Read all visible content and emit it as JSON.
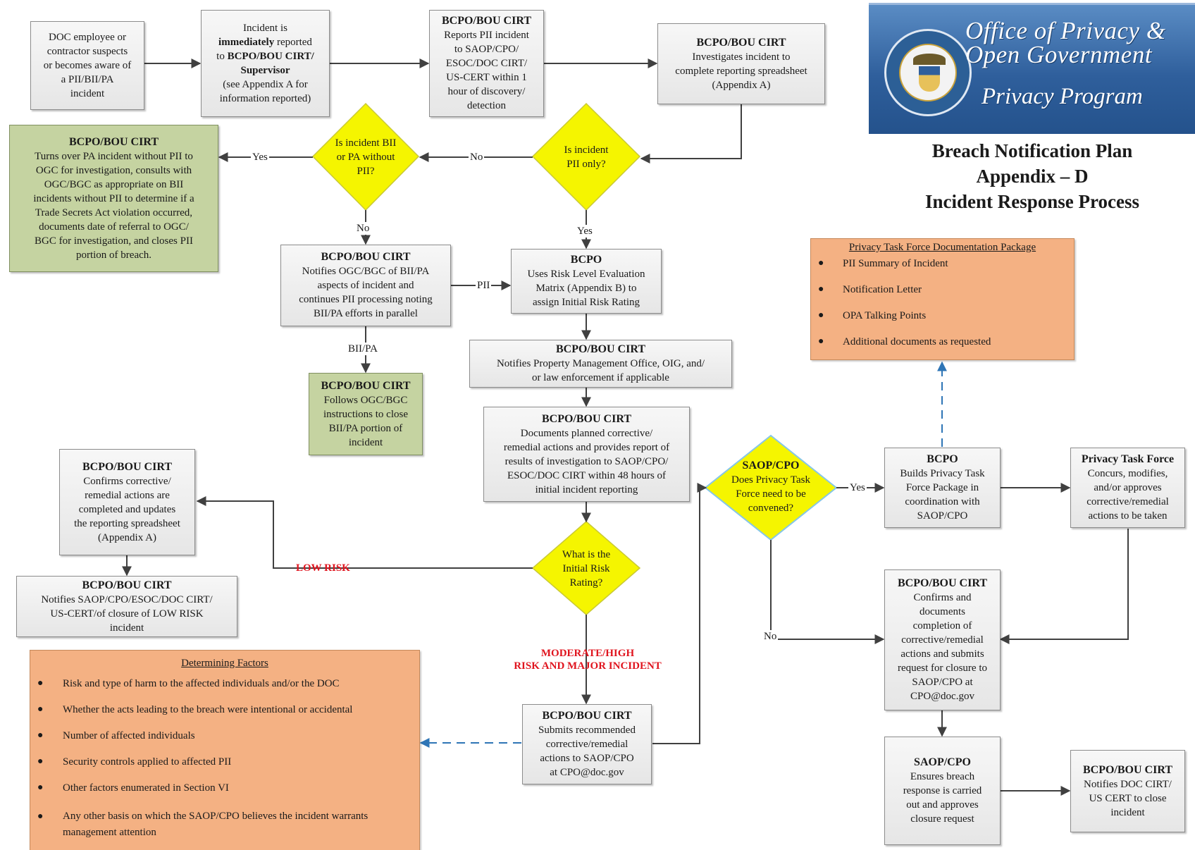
{
  "header": {
    "org_line1": "Office of Privacy &",
    "org_line2": "Open Government",
    "program": "Privacy Program",
    "title1": "Breach Notification Plan",
    "title2": "Appendix – D",
    "title3": "Incident Response Process"
  },
  "nodes": {
    "start": [
      "DOC employee or",
      "contractor suspects",
      "or becomes aware of",
      "a PII/BII/PA",
      "incident"
    ],
    "reported": {
      "l1": "Incident is",
      "l2_bold": "immediately",
      "l2_rest": " reported",
      "l3_pre": "to ",
      "l3_bold": "BCPO/BOU CIRT/",
      "l4_bold": "Supervisor",
      "l5": "(see Appendix A for",
      "l6": "information reported)"
    },
    "reports": {
      "head": "BCPO/BOU CIRT",
      "lines": [
        "Reports PII incident",
        "to SAOP/CPO/",
        "ESOC/DOC CIRT/",
        "US-CERT within 1",
        "hour of discovery/",
        "detection"
      ]
    },
    "investigates": {
      "head": "BCPO/BOU CIRT",
      "lines": [
        "Investigates incident to",
        "complete reporting spreadsheet",
        "(Appendix A)"
      ]
    },
    "pii_only": [
      "Is incident",
      "PII only?"
    ],
    "bii_pa": [
      "Is incident BII",
      "or PA without",
      "PII?"
    ],
    "turns_over": {
      "head": "BCPO/BOU CIRT",
      "lines": [
        "Turns over PA incident without PII to",
        "OGC for investigation, consults with",
        "OGC/BGC as appropriate on BII",
        "incidents without PII to determine if a",
        "Trade Secrets Act violation occurred,",
        "documents date of referral to OGC/",
        "BGC for investigation, and closes PII",
        "portion of breach."
      ]
    },
    "notifies_ogc": {
      "head": "BCPO/BOU CIRT",
      "lines": [
        "Notifies OGC/BGC of BII/PA",
        "aspects of incident and",
        "continues PII processing noting",
        "BII/PA efforts in parallel"
      ]
    },
    "risk_matrix": {
      "head": "BCPO",
      "lines": [
        "Uses Risk Level Evaluation",
        "Matrix (Appendix B) to",
        "assign Initial Risk Rating"
      ]
    },
    "follows_ogc": {
      "head": "BCPO/BOU CIRT",
      "lines": [
        "Follows OGC/BGC",
        "instructions to close",
        "BII/PA portion of",
        "incident"
      ]
    },
    "notifies_pmo": {
      "head": "BCPO/BOU CIRT",
      "lines": [
        "Notifies Property Management Office, OIG, and/",
        "or law enforcement if applicable"
      ]
    },
    "documents": {
      "head": "BCPO/BOU CIRT",
      "lines": [
        "Documents planned corrective/",
        "remedial actions and provides report of",
        "results of investigation to SAOP/CPO/",
        "ESOC/DOC CIRT within 48 hours of",
        "initial incident reporting"
      ]
    },
    "confirms_corrective": {
      "head": "BCPO/BOU CIRT",
      "lines": [
        "Confirms corrective/",
        "remedial actions are",
        "completed and updates",
        "the reporting spreadsheet",
        "(Appendix A)"
      ]
    },
    "notifies_low": {
      "head": "BCPO/BOU CIRT",
      "lines": [
        "Notifies SAOP/CPO/ESOC/DOC CIRT/",
        "US-CERT/of closure of LOW RISK",
        "incident"
      ]
    },
    "risk_rating": [
      "What is the",
      "Initial Risk",
      "Rating?"
    ],
    "submits": {
      "head": "BCPO/BOU CIRT",
      "lines": [
        "Submits recommended",
        "corrective/remedial",
        "actions to SAOP/CPO",
        "at CPO@doc.gov"
      ]
    },
    "task_force_q": {
      "head": "SAOP/CPO",
      "lines": [
        "Does Privacy Task",
        "Force need to be",
        "convened?"
      ]
    },
    "builds": {
      "head": "BCPO",
      "lines": [
        "Builds Privacy Task",
        "Force Package in",
        "coordination with",
        "SAOP/CPO"
      ]
    },
    "privacy_tf": {
      "head": "Privacy Task Force",
      "lines": [
        "Concurs, modifies,",
        "and/or approves",
        "corrective/remedial",
        "actions to be taken"
      ]
    },
    "confirms_docs": {
      "head": "BCPO/BOU CIRT",
      "lines": [
        "Confirms and",
        "documents",
        "completion of",
        "corrective/remedial",
        "actions and submits",
        "request for closure to",
        "SAOP/CPO at",
        "CPO@doc.gov"
      ]
    },
    "ensures": {
      "head": "SAOP/CPO",
      "lines": [
        "Ensures breach",
        "response is carried",
        "out and approves",
        "closure request"
      ]
    },
    "notifies_close": {
      "head": "BCPO/BOU CIRT",
      "lines": [
        "Notifies DOC CIRT/",
        "US CERT to close",
        "incident"
      ]
    }
  },
  "labels": {
    "yes": "Yes",
    "no": "No",
    "pii": "PII",
    "bii_pa": "BII/PA",
    "low_risk": "LOW RISK",
    "mod_high_1": "MODERATE/HIGH",
    "mod_high_2": "RISK AND MAJOR INCIDENT"
  },
  "task_force_package": {
    "title": "Privacy Task Force Documentation Package",
    "items": [
      "PII Summary of Incident",
      "Notification Letter",
      "OPA Talking Points",
      "Additional documents as requested"
    ]
  },
  "determining_factors": {
    "title": "Determining Factors",
    "items": [
      "Risk and type of harm to the affected individuals and/or the DOC",
      "Whether the acts leading to the breach were intentional or accidental",
      "Number of affected individuals",
      "Security controls applied to affected PII",
      "Other factors enumerated in Section VI",
      "Any other basis on which the SAOP/CPO believes the incident warrants management attention"
    ]
  },
  "colors": {
    "decision": "#f5f500",
    "process": "#eeeeee",
    "green": "#c5d3a1",
    "orange": "#f4b183",
    "red_label": "#e0141e",
    "dashed_arrow": "#2e75b6",
    "banner": "#2f5f9c"
  }
}
